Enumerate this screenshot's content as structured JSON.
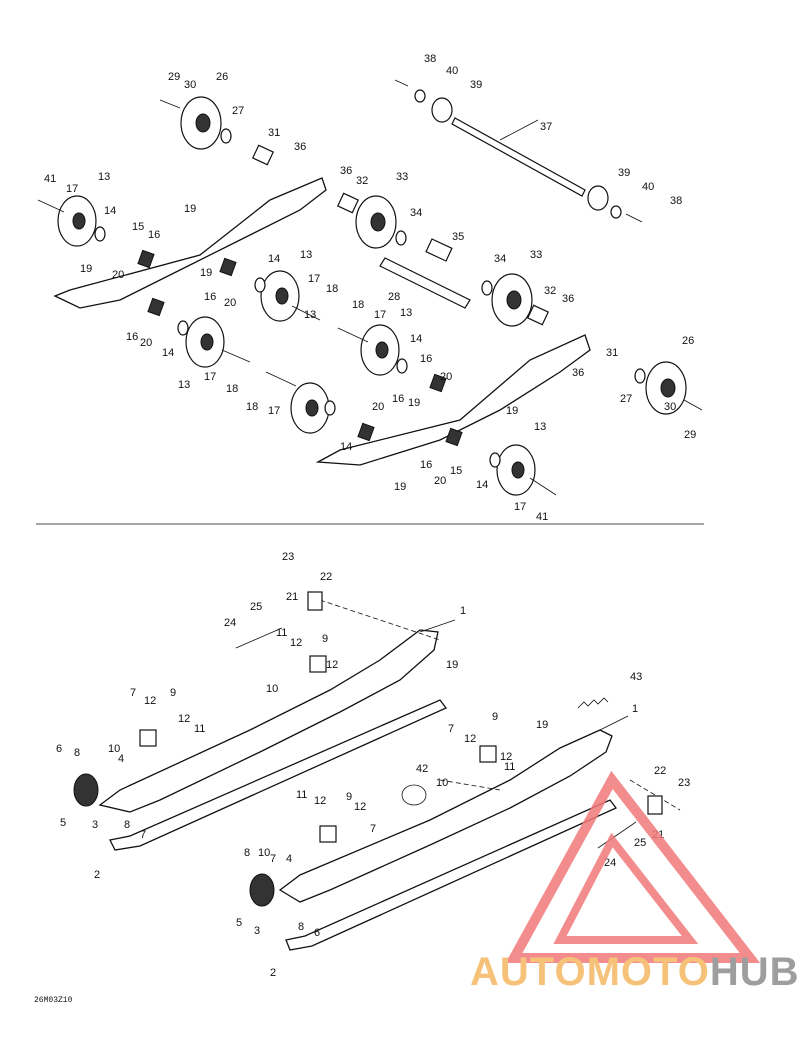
{
  "diagram_code": "26M03Z10",
  "watermark": {
    "part1": "AUTOMOTO",
    "part2": "HUB",
    "accent_color": "#f6c27a",
    "mark_color": "#f27a7a",
    "grey_color": "#9e9e9e"
  },
  "top_labels": [
    "29",
    "30",
    "26",
    "27",
    "31",
    "36",
    "38",
    "40",
    "39",
    "37",
    "41",
    "17",
    "13",
    "14",
    "15",
    "16",
    "19",
    "19",
    "20",
    "19",
    "16",
    "20",
    "14",
    "13",
    "17",
    "18",
    "36",
    "32",
    "33",
    "34",
    "35",
    "28",
    "34",
    "33",
    "32",
    "36",
    "16",
    "20",
    "14",
    "13",
    "17",
    "18",
    "18",
    "17",
    "13",
    "14",
    "16",
    "18",
    "17",
    "13",
    "14",
    "20",
    "16",
    "19",
    "20",
    "19",
    "16",
    "15",
    "20",
    "14",
    "13",
    "17",
    "41",
    "19",
    "26",
    "31",
    "36",
    "27",
    "30",
    "29",
    "39",
    "40",
    "38"
  ],
  "bottom_labels": [
    "23",
    "22",
    "21",
    "25",
    "24",
    "11",
    "12",
    "9",
    "12",
    "10",
    "1",
    "19",
    "7",
    "12",
    "9",
    "12",
    "11",
    "10",
    "6",
    "8",
    "4",
    "5",
    "3",
    "8",
    "7",
    "2",
    "43",
    "1",
    "7",
    "12",
    "9",
    "19",
    "12",
    "11",
    "42",
    "10",
    "11",
    "12",
    "9",
    "12",
    "7",
    "10",
    "8",
    "7",
    "4",
    "5",
    "3",
    "8",
    "6",
    "2",
    "22",
    "23",
    "21",
    "25",
    "24"
  ]
}
